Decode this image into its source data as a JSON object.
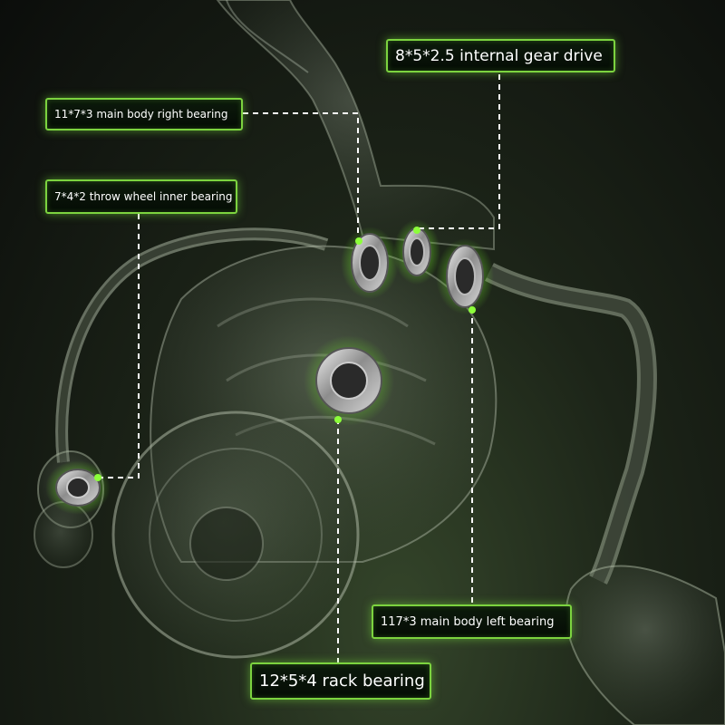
{
  "colors": {
    "accent": "#7cd33f",
    "label_bg": "#081208",
    "background": "#12170f"
  },
  "labels": {
    "gear_drive": "8*5*2.5 internal gear drive",
    "right_bearing": "11*7*3 main body right bearing",
    "throw_wheel": "7*4*2 throw wheel inner bearing",
    "left_bearing": "117*3 main body left bearing",
    "rack_bearing": "12*5*4 rack bearing"
  }
}
